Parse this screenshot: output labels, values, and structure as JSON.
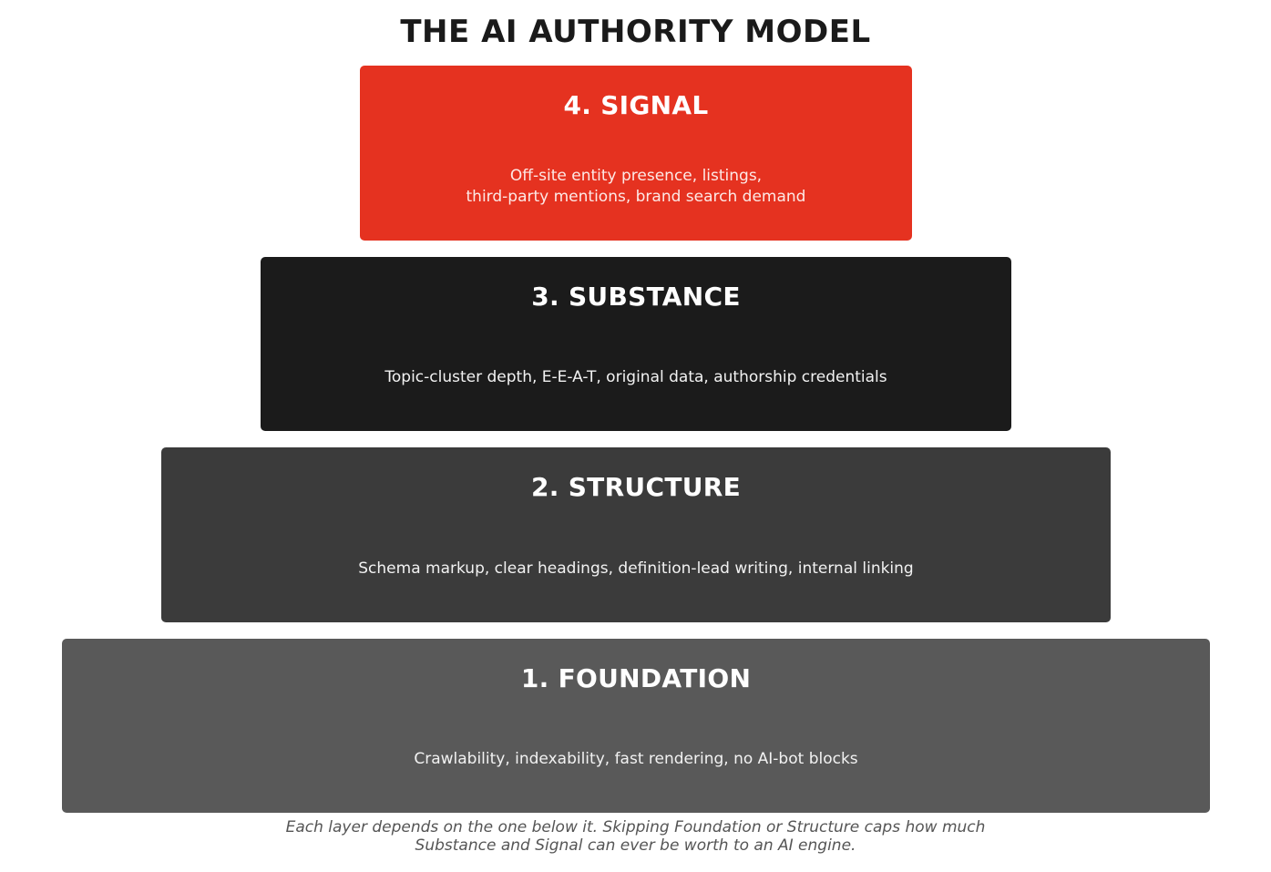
{
  "title": "THE AI AUTHORITY MODEL",
  "layers": [
    {
      "heading": "4. SIGNAL",
      "description": "Off-site entity presence, listings,\nthird-party mentions, brand search demand",
      "color": "#e53220"
    },
    {
      "heading": "3. SUBSTANCE",
      "description": "Topic-cluster depth, E-E-A-T, original data, authorship credentials",
      "color": "#1b1b1b"
    },
    {
      "heading": "2. STRUCTURE",
      "description": "Schema markup, clear headings, definition-lead writing, internal linking",
      "color": "#3b3b3b"
    },
    {
      "heading": "1. FOUNDATION",
      "description": "Crawlability, indexability, fast rendering, no AI-bot blocks",
      "color": "#595959"
    }
  ],
  "footnote": "Each layer depends on the one below it. Skipping Foundation or Structure caps how much\nSubstance and Signal can ever be worth to an AI engine."
}
